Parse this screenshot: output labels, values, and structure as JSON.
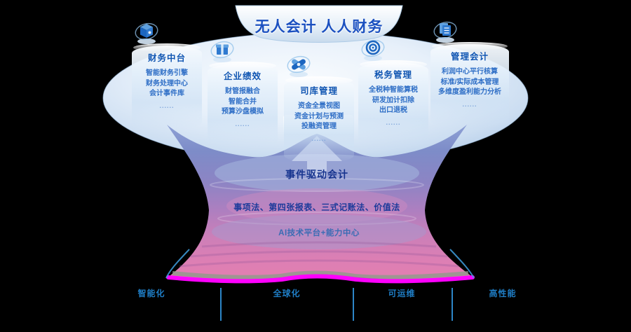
{
  "banner": {
    "title": "无人会计 人人财务"
  },
  "columns": [
    {
      "name": "财务中台",
      "icon": "engine-cube-icon",
      "items": [
        "智能财务引擎",
        "财务处理中心",
        "会计事件库"
      ],
      "more": "......"
    },
    {
      "name": "企业绩效",
      "icon": "gift-box-icon",
      "items": [
        "财管报融合",
        "智能合并",
        "预算沙盘模拟"
      ],
      "more": "......"
    },
    {
      "name": "司库管理",
      "icon": "knot-icon",
      "items": [
        "资金全景视图",
        "资金计划与预测",
        "投融资管理"
      ],
      "more": "......"
    },
    {
      "name": "税务管理",
      "icon": "spiral-target-icon",
      "items": [
        "全税种智能算税",
        "研发加计扣除",
        "出口退税"
      ],
      "more": "......"
    },
    {
      "name": "管理会计",
      "icon": "documents-icon",
      "items": [
        "利润中心平行核算",
        "标准/实际成本管理",
        "多维度盈利能力分析"
      ],
      "more": "......"
    }
  ],
  "funnel": {
    "layer1": "事件驱动会计",
    "layer2": "事项法、第四张报表、三式记账法、价值法",
    "layer3": "AI技术平台+能力中心"
  },
  "footer": {
    "labels": [
      "智能化",
      "全球化",
      "可运维",
      "高性能"
    ]
  },
  "colors": {
    "banner_text": "#1b50c0",
    "pillar_title": "#0f55b2",
    "pillar_item": "#2e6ec6",
    "funnel_navy_text": "#16338e",
    "footer_blue": "#1f7ec6",
    "magenta_fringe": "#ff00ff"
  }
}
